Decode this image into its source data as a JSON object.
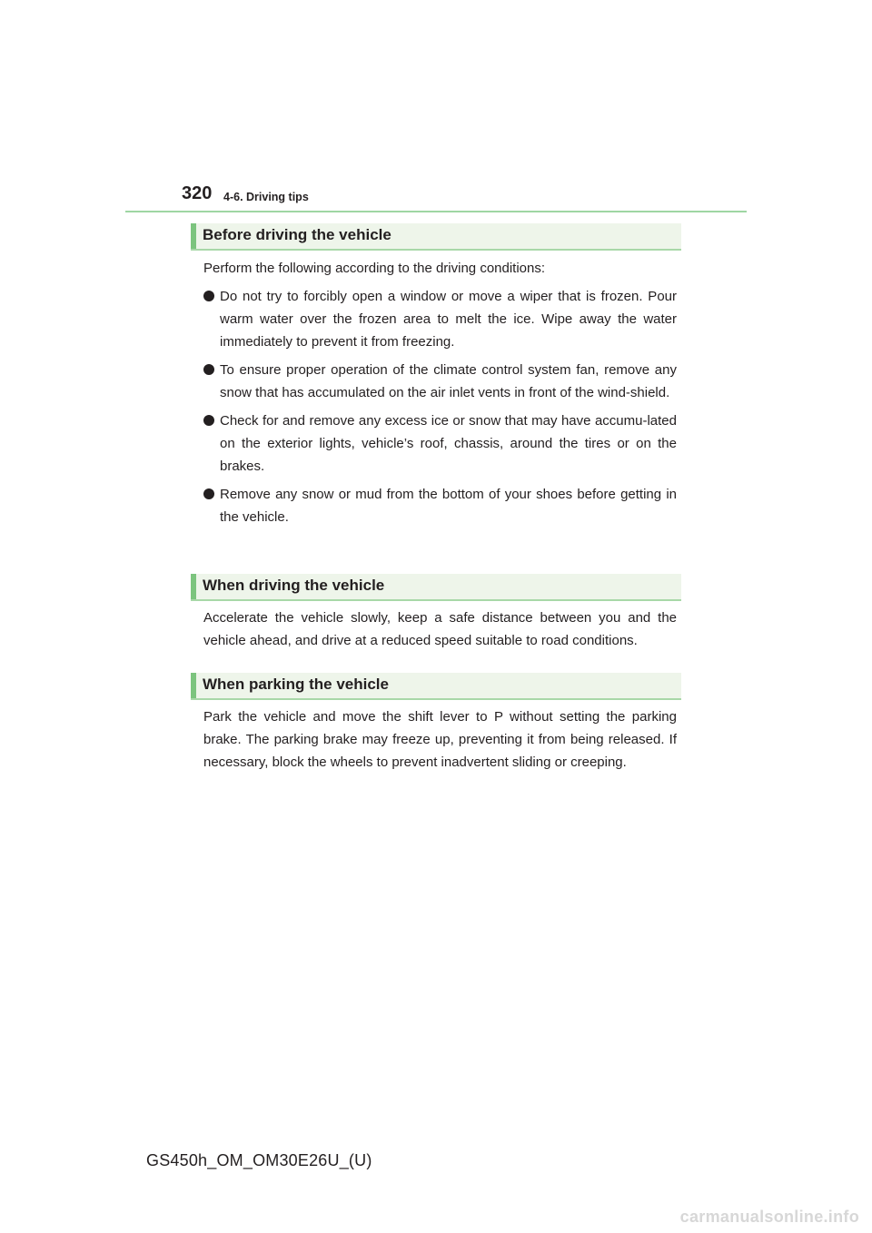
{
  "header": {
    "page_number": "320",
    "chapter": "4-6. Driving tips"
  },
  "sections": [
    {
      "heading": "Before driving the vehicle",
      "intro": "Perform the following according to the driving conditions:",
      "bullets": [
        "Do not try to forcibly open a window or move a wiper that is frozen. Pour warm water over the frozen area to melt the ice. Wipe away the water immediately to prevent it from freezing.",
        "To ensure proper operation of the climate control system fan, remove any snow that has accumulated on the air inlet vents in front of the wind-shield.",
        "Check for and remove any excess ice or snow that may have accumu-lated on the exterior lights, vehicle’s roof, chassis, around the tires or on the brakes.",
        "Remove any snow or mud from the bottom of your shoes before getting in the vehicle."
      ]
    },
    {
      "heading": "When driving the vehicle",
      "body": "Accelerate the vehicle slowly, keep a safe distance between you and the vehicle ahead, and drive at a reduced speed suitable to road conditions."
    },
    {
      "heading": "When parking the vehicle",
      "body": "Park the vehicle and move the shift lever to P without setting the parking brake. The parking brake may freeze up, preventing it from being released. If necessary, block the wheels to prevent inadvertent sliding or creeping."
    }
  ],
  "footer": {
    "code": "GS450h_OM_OM30E26U_(U)"
  },
  "watermark": "carmanualsonline.info"
}
